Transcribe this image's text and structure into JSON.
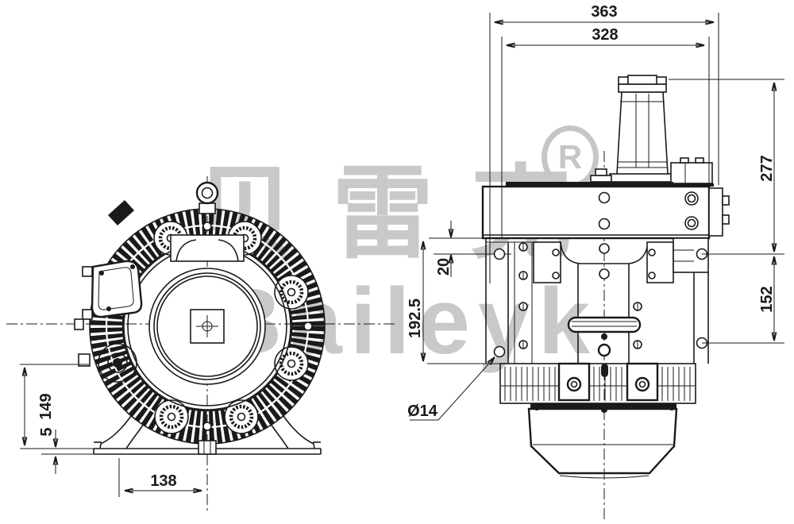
{
  "watermark": {
    "brand_cjk": "贝雷克",
    "brand_latin": "Baileyk",
    "registered_mark": "R",
    "color": "#c9c9c9"
  },
  "dimensions": {
    "overall_width": "363",
    "flange_width": "328",
    "upper_height": "277",
    "lower_height": "152",
    "body_height": "192.5",
    "hole_offset": "20",
    "hole_diameter": "Ø14",
    "base_height": "149",
    "foot_thickness": "5",
    "foot_span": "138"
  },
  "colors": {
    "line": "#1a1a1a",
    "background": "#ffffff",
    "watermark": "#c9c9c9"
  }
}
